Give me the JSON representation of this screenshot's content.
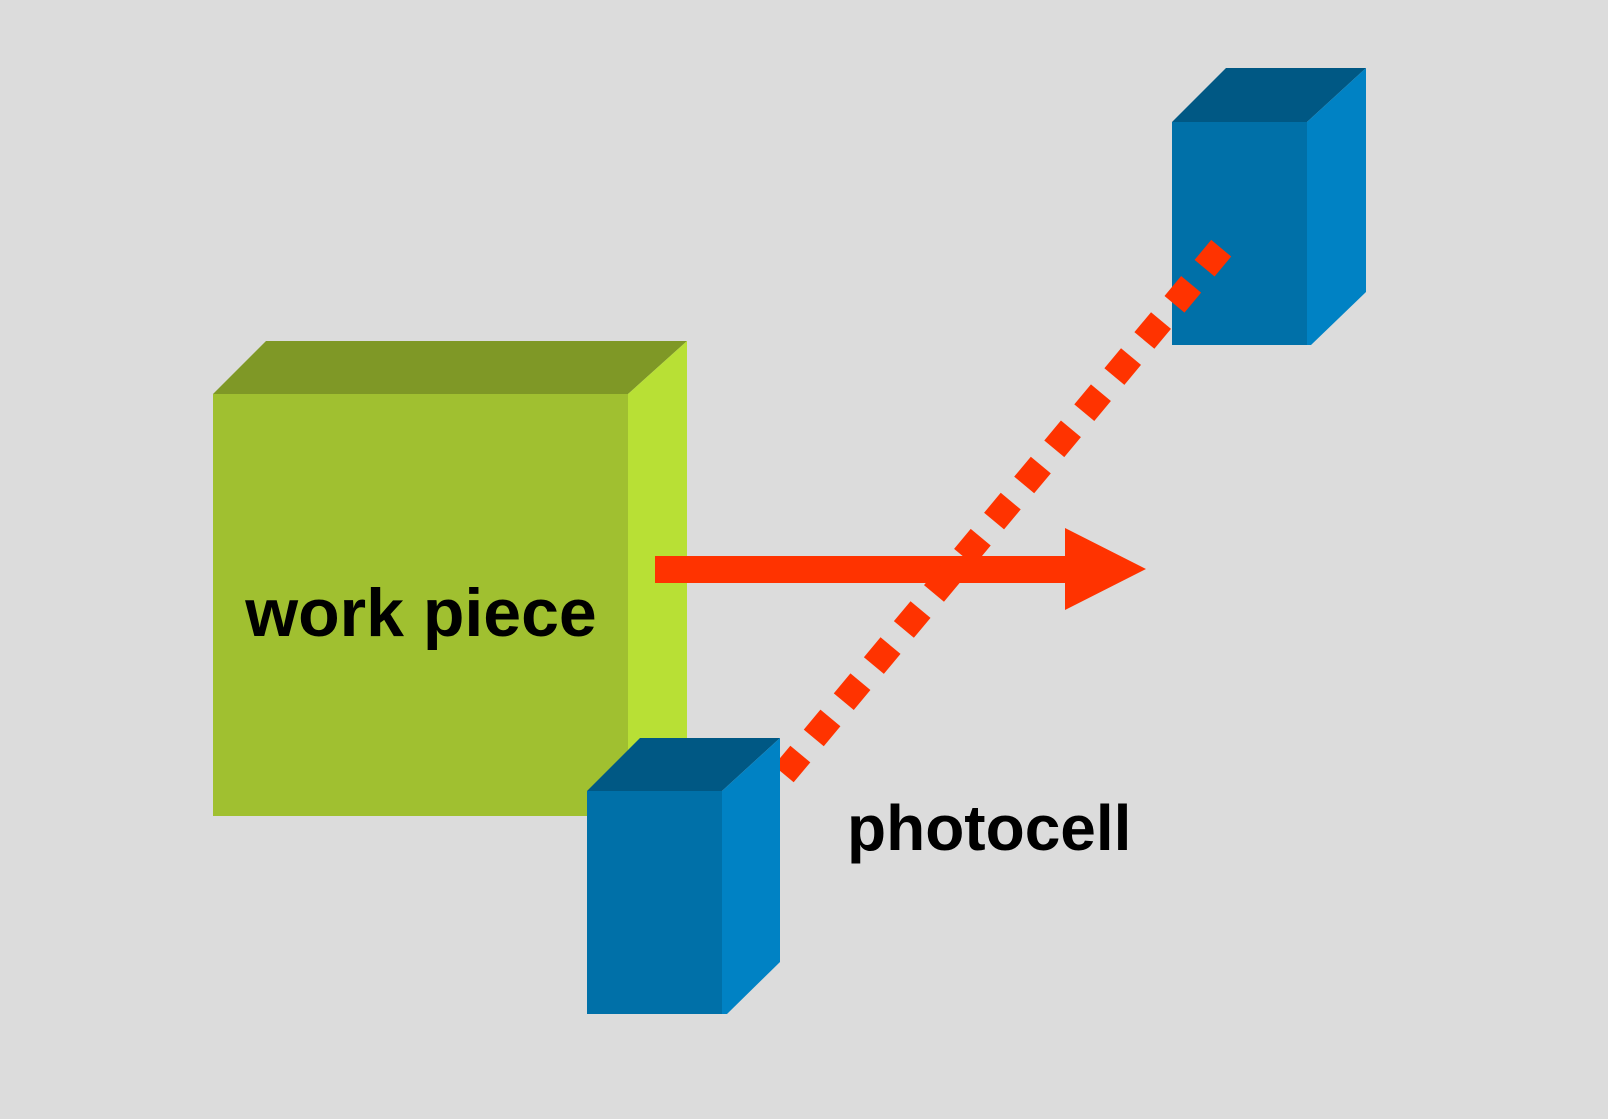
{
  "diagram": {
    "title": "",
    "background_color": "#DCDCDC",
    "nodes": [
      {
        "id": "work_piece",
        "label": "work piece",
        "shape": "3d-box",
        "colors": {
          "front": "#A0C030",
          "top": "#7F9826",
          "side": "#B8E035"
        }
      },
      {
        "id": "photocell_emitter",
        "label": "",
        "shape": "3d-box",
        "colors": {
          "front": "#0070A8",
          "top": "#005884",
          "side": "#0082C4"
        }
      },
      {
        "id": "photocell_receiver",
        "label": "",
        "shape": "3d-box",
        "colors": {
          "front": "#0070A8",
          "top": "#005884",
          "side": "#0082C4"
        }
      }
    ],
    "edges": [
      {
        "id": "motion_arrow",
        "from": "work_piece",
        "to": "",
        "style": "solid-arrow",
        "meaning": "direction of movement",
        "color": "#FF3300"
      },
      {
        "id": "light_beam",
        "from": "photocell_receiver",
        "to": "photocell_emitter",
        "style": "dotted",
        "color": "#FF3300"
      }
    ],
    "labels": {
      "work_piece": "work piece",
      "photocell": "photocell"
    }
  }
}
